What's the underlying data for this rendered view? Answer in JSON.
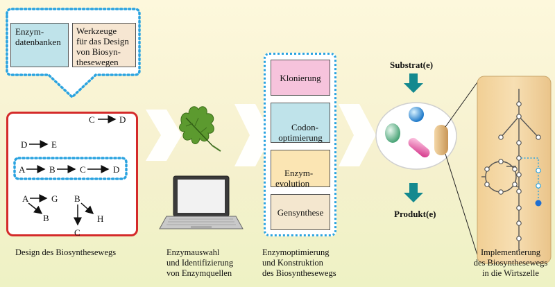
{
  "design": {
    "db_box": "Enzym-\ndatenbanken",
    "tools_box": "Werkzeuge\nfür das Design\nvon Biosyn-\nthesewegen",
    "pathways": {
      "cd": [
        "C",
        "D"
      ],
      "de": [
        "D",
        "E"
      ],
      "abcd": [
        "A",
        "B",
        "C",
        "D"
      ],
      "agb": [
        "A",
        "G",
        "B"
      ],
      "bhc": [
        "B",
        "H",
        "C"
      ]
    },
    "caption": "Design des Biosynthesewegs"
  },
  "identify": {
    "caption": "Enzymauswahl\nund Identifizierung\nvon Enzymquellen"
  },
  "optimize": {
    "steps": [
      {
        "label": "Klonierung",
        "color": "#f6c3dc"
      },
      {
        "label": "Codon-\noptimierung",
        "color": "#bfe3ea"
      },
      {
        "label": "Enzym-\nevolution",
        "color": "#fbe5b3"
      },
      {
        "label": "Gensynthese",
        "color": "#f4e7cf"
      }
    ],
    "caption": "Enzymoptimierung\nund Konstruktion\ndes Biosynthesewegs"
  },
  "cell": {
    "substrate": "Substrat(e)",
    "product": "Produkt(e)",
    "caption": "Implementierung\ndes Biosynthesewegs\nin die Wirtszelle"
  },
  "colors": {
    "red_frame": "#d42a2a",
    "blue_dots": "#2aa3e0",
    "teal_arrow": "#14898f",
    "db_fill": "#bfe3ea",
    "tools_fill": "#f6e6d2"
  }
}
